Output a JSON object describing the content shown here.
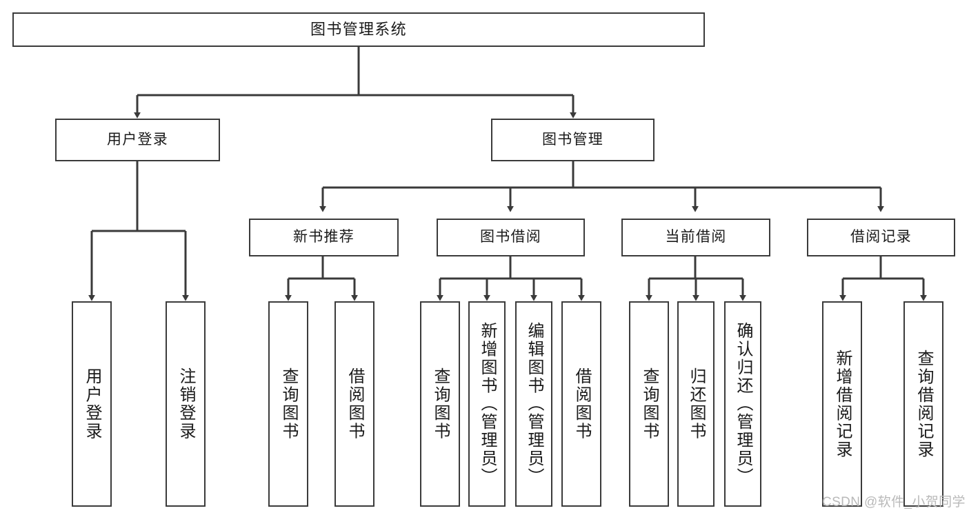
{
  "diagram": {
    "title": "图书管理系统",
    "type": "tree-hierarchy-diagram",
    "stroke_color": "#3a3a3a",
    "fill_color": "#ffffff",
    "text_color": "#1a1a1a",
    "background": "#ffffff",
    "root": {
      "label": "图书管理系统"
    },
    "level1": [
      {
        "id": "user-login",
        "label": "用户登录"
      },
      {
        "id": "book-management",
        "label": "图书管理"
      }
    ],
    "level2": [
      {
        "id": "new-book-recommend",
        "label": "新书推荐",
        "parent": "book-management"
      },
      {
        "id": "book-borrow",
        "label": "图书借阅",
        "parent": "book-management"
      },
      {
        "id": "current-borrow",
        "label": "当前借阅",
        "parent": "book-management"
      },
      {
        "id": "borrow-record",
        "label": "借阅记录",
        "parent": "book-management"
      }
    ],
    "leaves": [
      {
        "id": "leaf-user-login",
        "label": "用户登录",
        "parent": "user-login"
      },
      {
        "id": "leaf-logout",
        "label": "注销登录",
        "parent": "user-login"
      },
      {
        "id": "leaf-query-book-1",
        "label": "查询图书",
        "parent": "new-book-recommend"
      },
      {
        "id": "leaf-borrow-book-1",
        "label": "借阅图书",
        "parent": "new-book-recommend"
      },
      {
        "id": "leaf-query-book-2",
        "label": "查询图书",
        "parent": "book-borrow"
      },
      {
        "id": "leaf-add-book",
        "label": "新增图书（管理员）",
        "parent": "book-borrow"
      },
      {
        "id": "leaf-edit-book",
        "label": "编辑图书（管理员）",
        "parent": "book-borrow"
      },
      {
        "id": "leaf-borrow-book-2",
        "label": "借阅图书",
        "parent": "book-borrow"
      },
      {
        "id": "leaf-query-book-3",
        "label": "查询图书",
        "parent": "current-borrow"
      },
      {
        "id": "leaf-return-book",
        "label": "归还图书",
        "parent": "current-borrow"
      },
      {
        "id": "leaf-confirm-return",
        "label": "确认归还（管理员）",
        "parent": "current-borrow"
      },
      {
        "id": "leaf-add-record",
        "label": "新增借阅记录",
        "parent": "borrow-record"
      },
      {
        "id": "leaf-query-record",
        "label": "查询借阅记录",
        "parent": "borrow-record"
      }
    ]
  },
  "watermark": {
    "text": "CSDN @软件_小贺同学",
    "color": "#b9b9b9"
  }
}
